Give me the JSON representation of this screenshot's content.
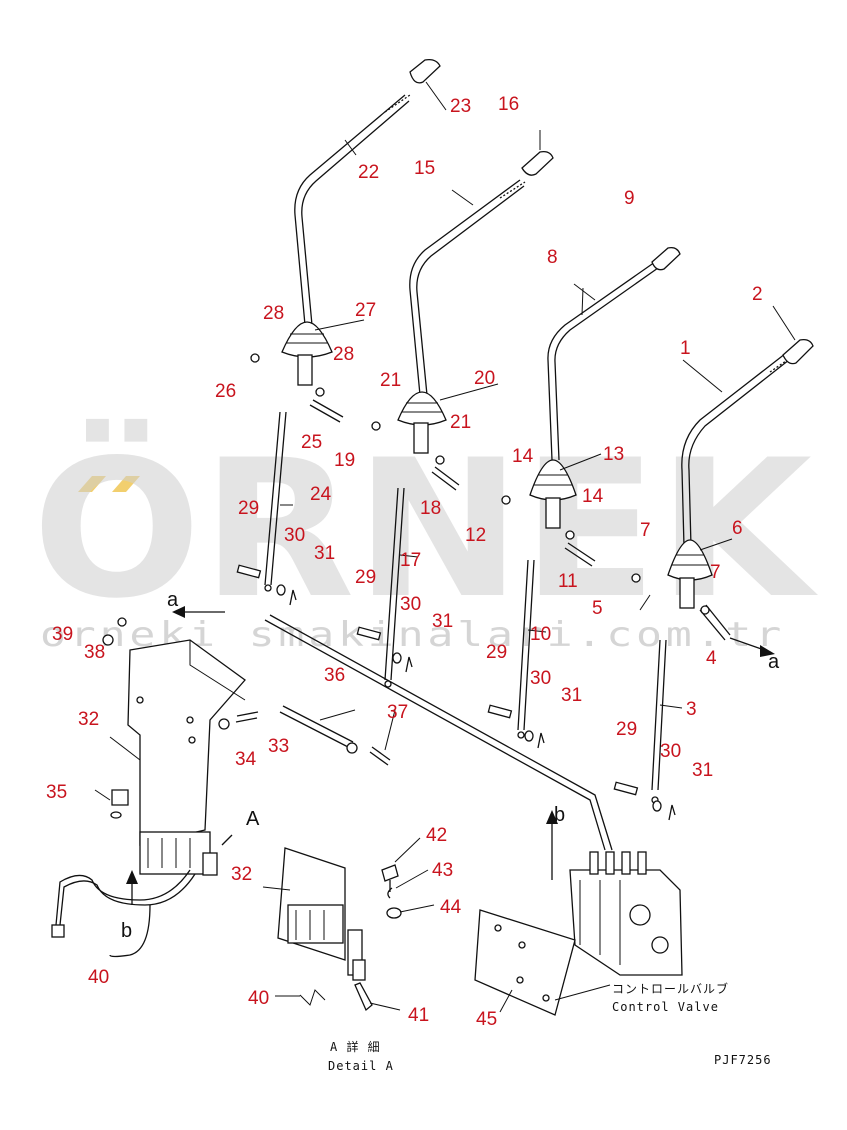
{
  "watermark": {
    "brand": "ÖRNEK",
    "url": "orneki smakinalari.com.tr",
    "brand_color": "#cccccc",
    "dot_color": "#f2cf6e"
  },
  "drawing_code": "PJF7256",
  "control_valve": {
    "ja": "コントロールバルブ",
    "en": "Control Valve"
  },
  "detail_caption": {
    "ja": "A 詳 細",
    "en": "Detail A"
  },
  "view_letters": {
    "A": "A",
    "a": "a",
    "b": "b"
  },
  "callouts": [
    {
      "id": "c1",
      "label": "1"
    },
    {
      "id": "c2",
      "label": "2"
    },
    {
      "id": "c3",
      "label": "3"
    },
    {
      "id": "c4",
      "label": "4"
    },
    {
      "id": "c5",
      "label": "5"
    },
    {
      "id": "c6",
      "label": "6"
    },
    {
      "id": "c7a",
      "label": "7"
    },
    {
      "id": "c7b",
      "label": "7"
    },
    {
      "id": "c8",
      "label": "8"
    },
    {
      "id": "c9",
      "label": "9"
    },
    {
      "id": "c10",
      "label": "10"
    },
    {
      "id": "c11",
      "label": "11"
    },
    {
      "id": "c12",
      "label": "12"
    },
    {
      "id": "c13",
      "label": "13"
    },
    {
      "id": "c14a",
      "label": "14"
    },
    {
      "id": "c14b",
      "label": "14"
    },
    {
      "id": "c15",
      "label": "15"
    },
    {
      "id": "c16",
      "label": "16"
    },
    {
      "id": "c17",
      "label": "17"
    },
    {
      "id": "c18",
      "label": "18"
    },
    {
      "id": "c19",
      "label": "19"
    },
    {
      "id": "c20",
      "label": "20"
    },
    {
      "id": "c21a",
      "label": "21"
    },
    {
      "id": "c21b",
      "label": "21"
    },
    {
      "id": "c22",
      "label": "22"
    },
    {
      "id": "c23",
      "label": "23"
    },
    {
      "id": "c24",
      "label": "24"
    },
    {
      "id": "c25",
      "label": "25"
    },
    {
      "id": "c26",
      "label": "26"
    },
    {
      "id": "c27",
      "label": "27"
    },
    {
      "id": "c28a",
      "label": "28"
    },
    {
      "id": "c28b",
      "label": "28"
    },
    {
      "id": "c29a",
      "label": "29"
    },
    {
      "id": "c29b",
      "label": "29"
    },
    {
      "id": "c29c",
      "label": "29"
    },
    {
      "id": "c29d",
      "label": "29"
    },
    {
      "id": "c30a",
      "label": "30"
    },
    {
      "id": "c30b",
      "label": "30"
    },
    {
      "id": "c30c",
      "label": "30"
    },
    {
      "id": "c30d",
      "label": "30"
    },
    {
      "id": "c31a",
      "label": "31"
    },
    {
      "id": "c31b",
      "label": "31"
    },
    {
      "id": "c31c",
      "label": "31"
    },
    {
      "id": "c31d",
      "label": "31"
    },
    {
      "id": "c32a",
      "label": "32"
    },
    {
      "id": "c32b",
      "label": "32"
    },
    {
      "id": "c33",
      "label": "33"
    },
    {
      "id": "c34",
      "label": "34"
    },
    {
      "id": "c35",
      "label": "35"
    },
    {
      "id": "c36",
      "label": "36"
    },
    {
      "id": "c37",
      "label": "37"
    },
    {
      "id": "c38",
      "label": "38"
    },
    {
      "id": "c39",
      "label": "39"
    },
    {
      "id": "c40a",
      "label": "40"
    },
    {
      "id": "c40b",
      "label": "40"
    },
    {
      "id": "c41",
      "label": "41"
    },
    {
      "id": "c42",
      "label": "42"
    },
    {
      "id": "c43",
      "label": "43"
    },
    {
      "id": "c44",
      "label": "44"
    },
    {
      "id": "c45",
      "label": "45"
    }
  ]
}
